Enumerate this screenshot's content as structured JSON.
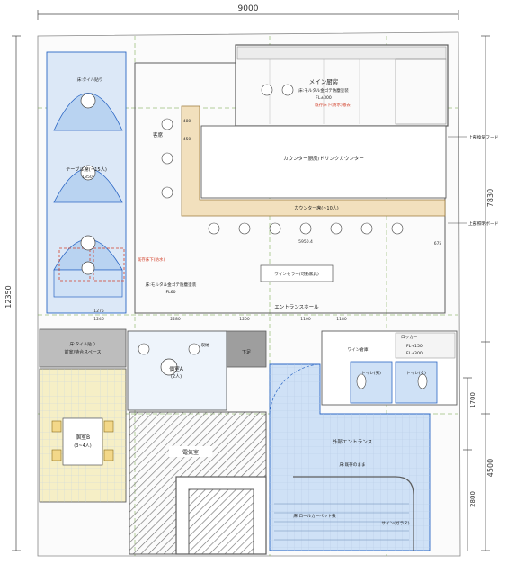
{
  "dimensions": {
    "top_width": "9000",
    "left_height": "12350",
    "right_upper": "7830",
    "right_mid": "1700",
    "right_lower": "4500",
    "right_bottom": "2800",
    "interior": [
      "1850",
      "1275",
      "1246",
      "2280",
      "1200",
      "1180",
      "480",
      "450",
      "1100",
      "5950.4",
      "675"
    ]
  },
  "rooms": {
    "main_kitchen": "メイン厨房",
    "main_kitchen_floor": "床:モルタル金ゴテ防塵塗装",
    "main_kitchen_fl": "FL±300",
    "counter_kitchen": "カウンター厨房/ドリンクカウンター",
    "counter_seats": "カウンター席(~10人)",
    "seating": "客席",
    "table_seats": "テーブル席(~15人)",
    "floor_mortar": "床:モルタル金ゴテ防塵塗装",
    "floor_fl60": "FL60",
    "wine_cellar": "ワインセラー(可動家具)",
    "entrance_hall": "エントランスホール",
    "private_a": "個室A",
    "private_a_cap": "(2人)",
    "private_b": "個室B",
    "private_b_cap": "(3~4人)",
    "waiting_space": "前室/待合スペース",
    "waiting_floor": "床:タイル貼り",
    "electric_room": "電気室",
    "outer_entrance": "外部エントランス",
    "toilet_m": "トイレ(男)",
    "toilet_w": "トイレ(女)",
    "fl_150": "FL+150",
    "fl_300": "FL+300",
    "locker": "ロッカー",
    "storage": "収納",
    "wine_storage": "ワイン倉庫",
    "shoe": "下足",
    "sign": "サイン(ガラス)",
    "floor_tile": "床:タイル貼り",
    "floor_stone": "床:既存のまま",
    "stair_note": "床:ロールカーペット敷"
  },
  "annotations": {
    "note_red_1": "既存床下(防水)",
    "note_red_2": "既存床下(防水)撤去",
    "right_top_callout": "上部換気フード",
    "right_bottom_callout": "上部照明ボード"
  },
  "colors": {
    "wall": "#5c5c5c",
    "blue_line": "#2b66c4",
    "blue_fill": "#cfe1f6",
    "counter_tan": "#f2e0bd",
    "gray_fill": "#bdbdbd",
    "yellow_floor": "#f6efc6",
    "green_grid": "#6a9e3a",
    "note_red": "#d2402a"
  }
}
